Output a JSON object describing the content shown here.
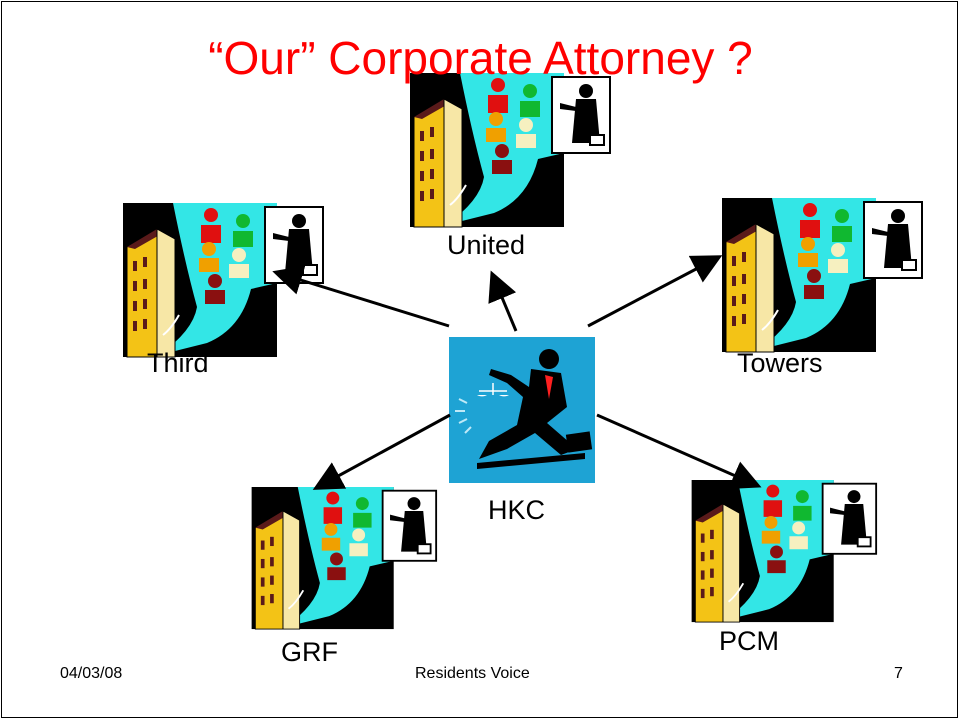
{
  "title": "“Our” Corporate Attorney ?",
  "center": {
    "label": "HKC",
    "icon": "lawyer-scales-icon"
  },
  "nodes": [
    {
      "key": "united",
      "label": "United",
      "icon": "community-building-icon"
    },
    {
      "key": "third",
      "label": "Third",
      "icon": "community-building-icon"
    },
    {
      "key": "towers",
      "label": "Towers",
      "icon": "community-building-icon"
    },
    {
      "key": "grf",
      "label": "GRF",
      "icon": "community-building-icon"
    },
    {
      "key": "pcm",
      "label": "PCM",
      "icon": "community-building-icon"
    }
  ],
  "footer": {
    "date": "04/03/08",
    "center_text": "Residents Voice",
    "page": "7"
  },
  "colors": {
    "title": "#ff0000",
    "clipart_cyan": "#33e6e6",
    "center_bg": "#1ea3d4"
  }
}
